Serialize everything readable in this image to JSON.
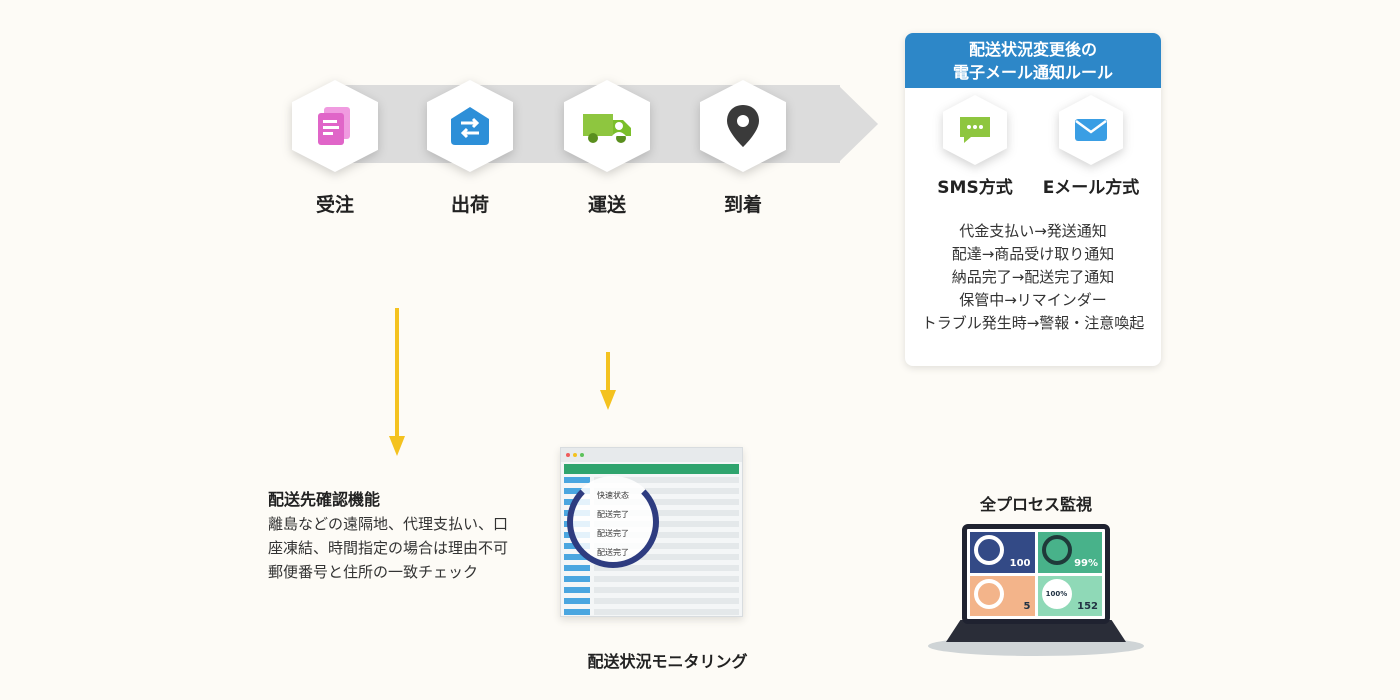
{
  "process": {
    "steps": [
      {
        "label": "受注",
        "icon": "document-icon",
        "color": "#e065c8"
      },
      {
        "label": "出荷",
        "icon": "exchange-arrows-icon",
        "color": "#2d8fd8"
      },
      {
        "label": "運送",
        "icon": "delivery-truck-icon",
        "color": "#7bbf2a"
      },
      {
        "label": "到着",
        "icon": "map-pin-icon",
        "color": "#3a3a3a"
      }
    ]
  },
  "notification": {
    "title_line1": "配送状況変更後の",
    "title_line2": "電子メール通知ルール",
    "sms_label": "SMS方式",
    "email_label": "Eメール方式",
    "rules": [
      "代金支払い→発送通知",
      "配達→商品受け取り通知",
      "納品完了→配送完了通知",
      "保管中→リマインダー",
      "トラブル発生時→警報・注意喚起"
    ]
  },
  "address_check": {
    "title": "配送先確認機能",
    "body_line1": "離島などの遠隔地、代理支払い、口",
    "body_line2": "座凍結、時間指定の場合は理由不可",
    "body_line3": "郵便番号と住所の一致チェック"
  },
  "monitoring": {
    "label": "配送状況モニタリング",
    "statuses": [
      "快速状态",
      "配送完了",
      "配送完了",
      "配送完了"
    ]
  },
  "process_monitor": {
    "label": "全プロセス監視",
    "tiles": [
      "100",
      "99%",
      "5",
      "152"
    ],
    "donut_label": "100%"
  },
  "colors": {
    "arrow": "#f4c21f",
    "header_blue": "#2d87c8"
  }
}
